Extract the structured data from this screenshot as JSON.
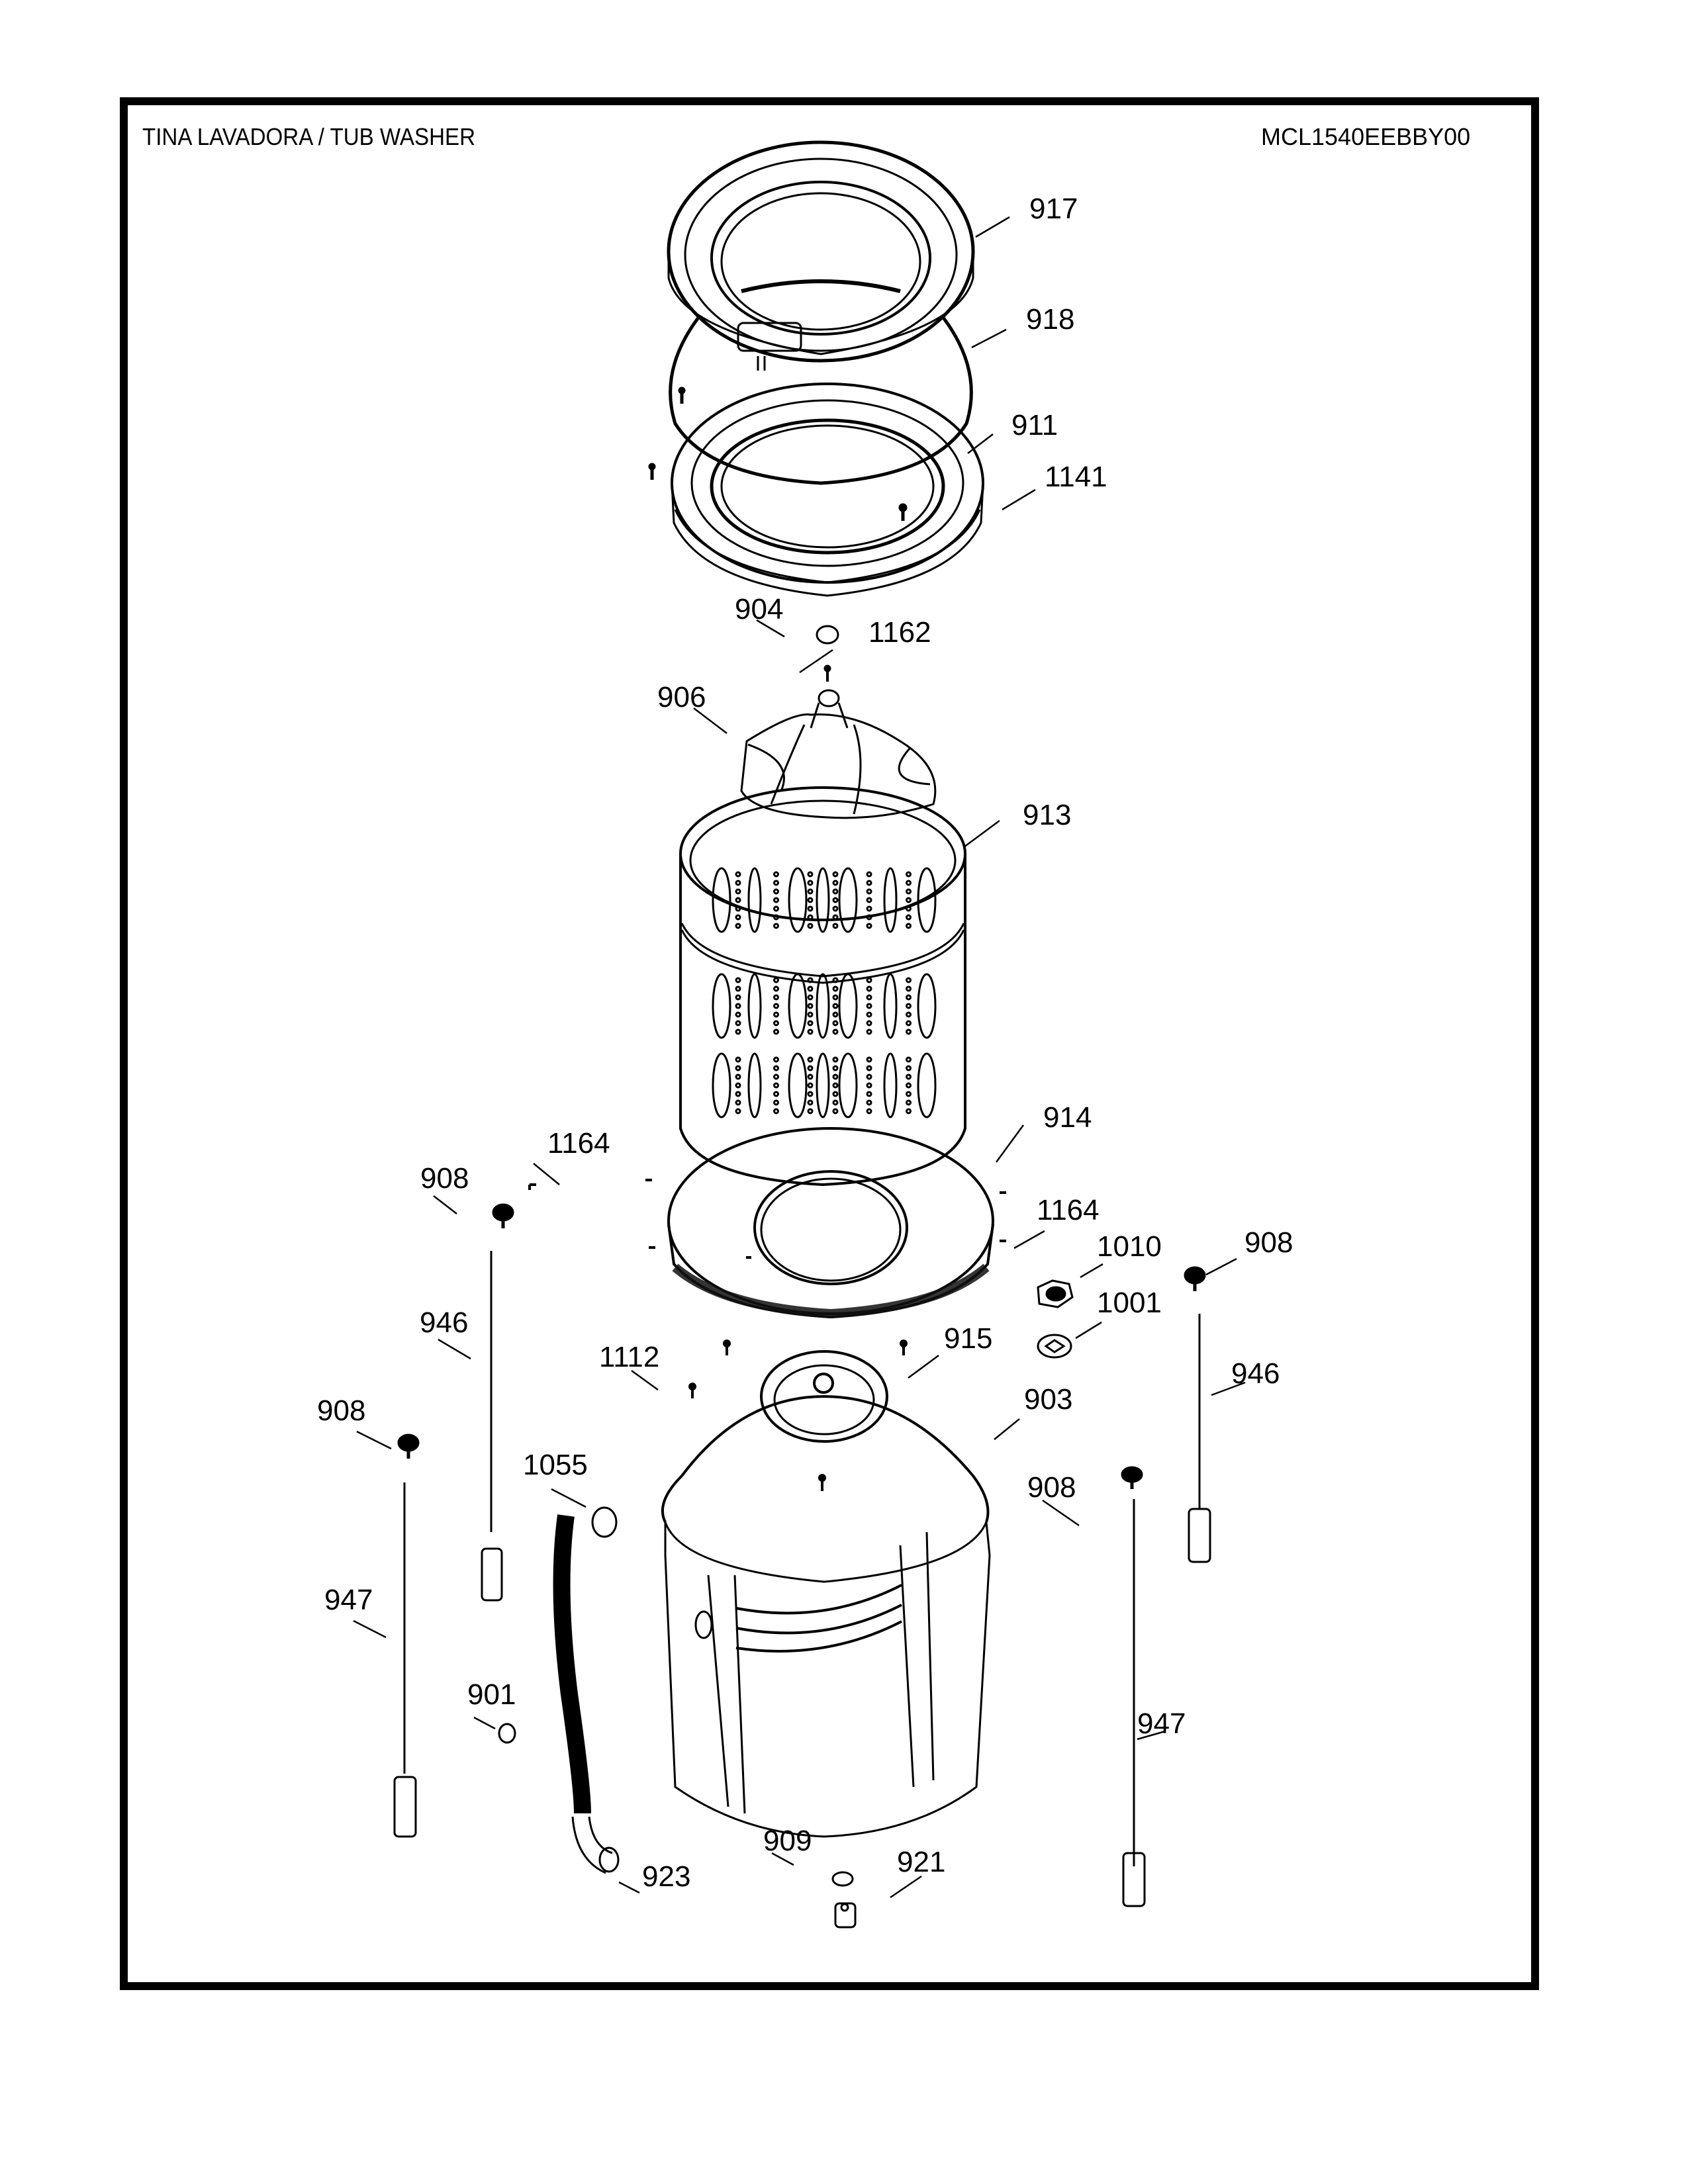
{
  "header": {
    "title": "TINA LAVADORA / TUB WASHER",
    "model": "MCL1540EEBBY00"
  },
  "callouts": [
    {
      "id": "917",
      "part": "tub-cover"
    },
    {
      "id": "918",
      "part": "gasket-ring"
    },
    {
      "id": "911",
      "part": "balance-ring"
    },
    {
      "id": "1141",
      "part": "screw"
    },
    {
      "id": "904",
      "part": "cap"
    },
    {
      "id": "1162",
      "part": "screw"
    },
    {
      "id": "906",
      "part": "impeller-pulsator"
    },
    {
      "id": "913",
      "part": "wash-basket"
    },
    {
      "id": "914",
      "part": "basket-base"
    },
    {
      "id": "1164",
      "part": "screw"
    },
    {
      "id": "908",
      "part": "suspension-cap"
    },
    {
      "id": "1164",
      "part": "screw"
    },
    {
      "id": "1010",
      "part": "hex-nut"
    },
    {
      "id": "908",
      "part": "suspension-cap"
    },
    {
      "id": "1001",
      "part": "washer"
    },
    {
      "id": "946",
      "part": "suspension-rod"
    },
    {
      "id": "915",
      "part": "flange-hub"
    },
    {
      "id": "1112",
      "part": "screw"
    },
    {
      "id": "903",
      "part": "outer-tub"
    },
    {
      "id": "946",
      "part": "suspension-rod"
    },
    {
      "id": "908",
      "part": "suspension-cap"
    },
    {
      "id": "1055",
      "part": "hose-clamp"
    },
    {
      "id": "908",
      "part": "suspension-cap"
    },
    {
      "id": "947",
      "part": "suspension-rod"
    },
    {
      "id": "901",
      "part": "hose-clamp"
    },
    {
      "id": "947",
      "part": "suspension-rod"
    },
    {
      "id": "909",
      "part": "seal"
    },
    {
      "id": "921",
      "part": "drain-valve-plug"
    },
    {
      "id": "923",
      "part": "drain-hose"
    }
  ],
  "colors": {
    "ink": "#000000",
    "paper": "#ffffff"
  }
}
